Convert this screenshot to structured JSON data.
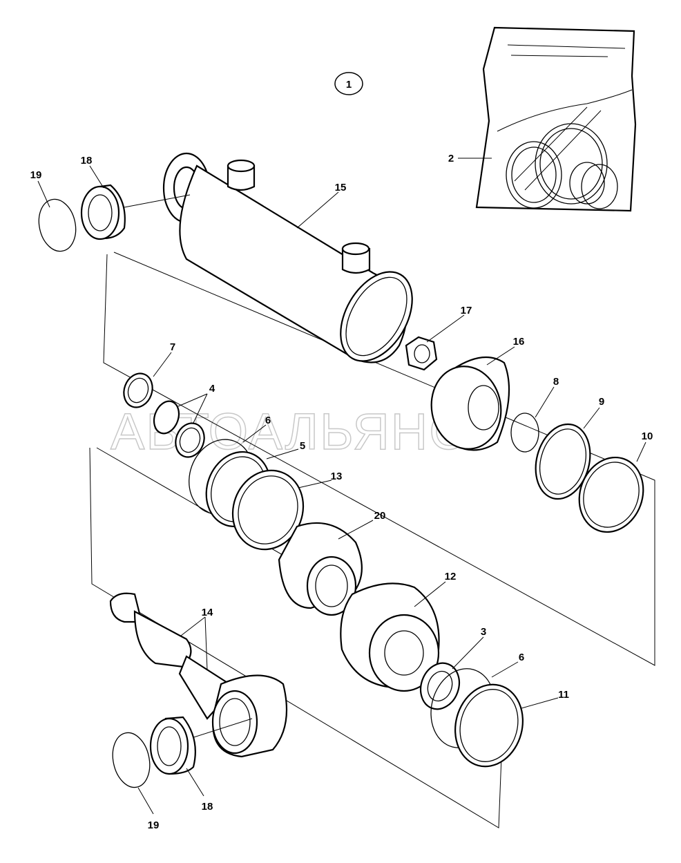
{
  "diagram": {
    "assembly_callout": "1",
    "watermark": "АВТОАЛЬЯНС",
    "labels": {
      "seal_kit": "2",
      "wear_ring_3": "3",
      "seal_4": "4",
      "seal_5": "5",
      "oring_6_top": "6",
      "oring_6_bottom": "6",
      "wiper_7": "7",
      "oring_8": "8",
      "ring_9": "9",
      "ring_10": "10",
      "ring_11": "11",
      "piston_12": "12",
      "seal_13": "13",
      "rod_14": "14",
      "barrel_15": "15",
      "gland_16": "16",
      "nut_17": "17",
      "bushing_18_top": "18",
      "bushing_18_bottom": "18",
      "circlip_19_top": "19",
      "circlip_19_bottom": "19",
      "spacer_20": "20"
    }
  }
}
